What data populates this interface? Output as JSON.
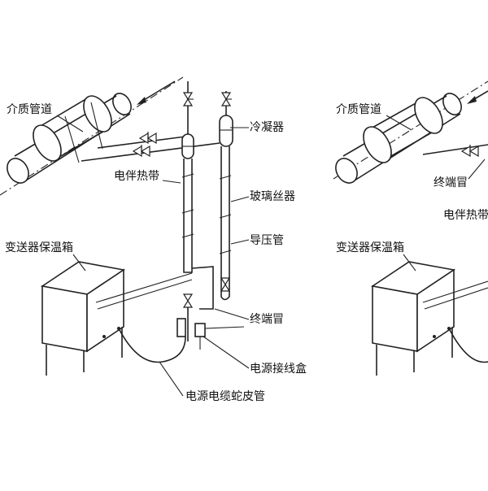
{
  "left_panel": {
    "labels": {
      "medium_pipe": "介质管道",
      "condenser": "冷凝器",
      "electric_heat_tracing": "电伴热带",
      "glass_wool": "玻璃丝器",
      "pressure_pipe": "导压管",
      "end_cap": "终端冒",
      "transmitter_box": "变送器保温箱",
      "power_junction_box": "电源接线盒",
      "cable_conduit": "电源电缆蛇皮管"
    }
  },
  "right_panel": {
    "labels": {
      "medium_pipe": "介质管道",
      "end_cap": "终端冒",
      "electric_heat_tracing": "电伴热带",
      "transmitter_box": "变送器保温箱"
    }
  }
}
